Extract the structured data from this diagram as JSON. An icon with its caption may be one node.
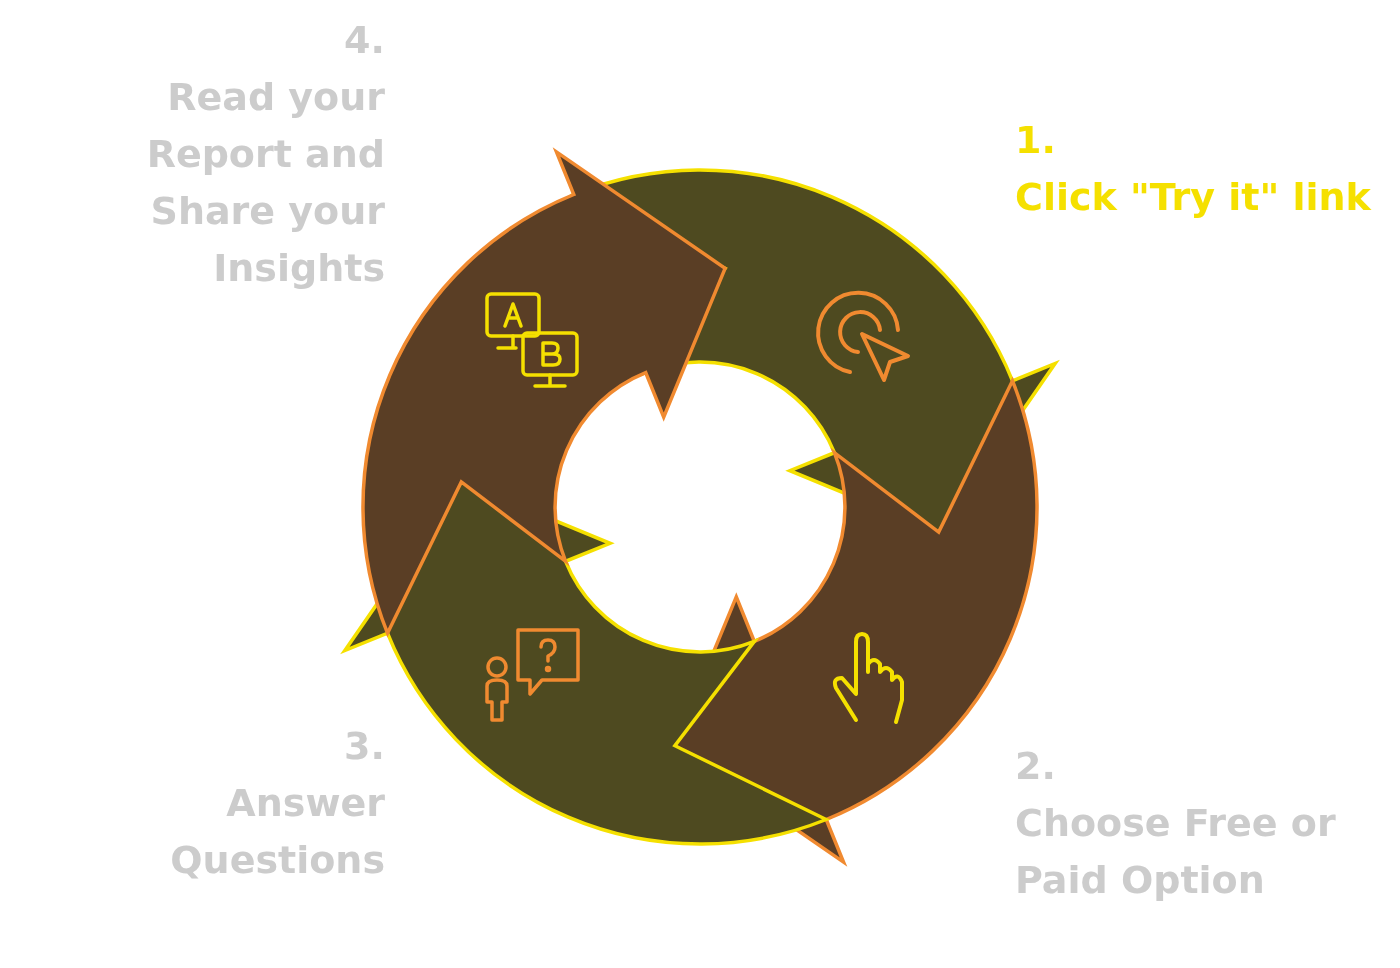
{
  "diagram": {
    "nodes": [
      {
        "text": [],
        "shape": "arrow",
        "beside": [
          "1.",
          "Click \"Try it\" link"
        ]
      },
      {
        "text": [],
        "shape": "arrow",
        "beside": [
          "2.",
          "Choose Free or Paid Option"
        ]
      },
      {
        "text": [],
        "shape": "arrow",
        "beside": [
          "3.",
          "Answer Questions"
        ]
      },
      {
        "text": [],
        "shape": "arrow",
        "beside": [
          "4.",
          "Read your Report and Share your Insights"
        ]
      }
    ]
  }
}
